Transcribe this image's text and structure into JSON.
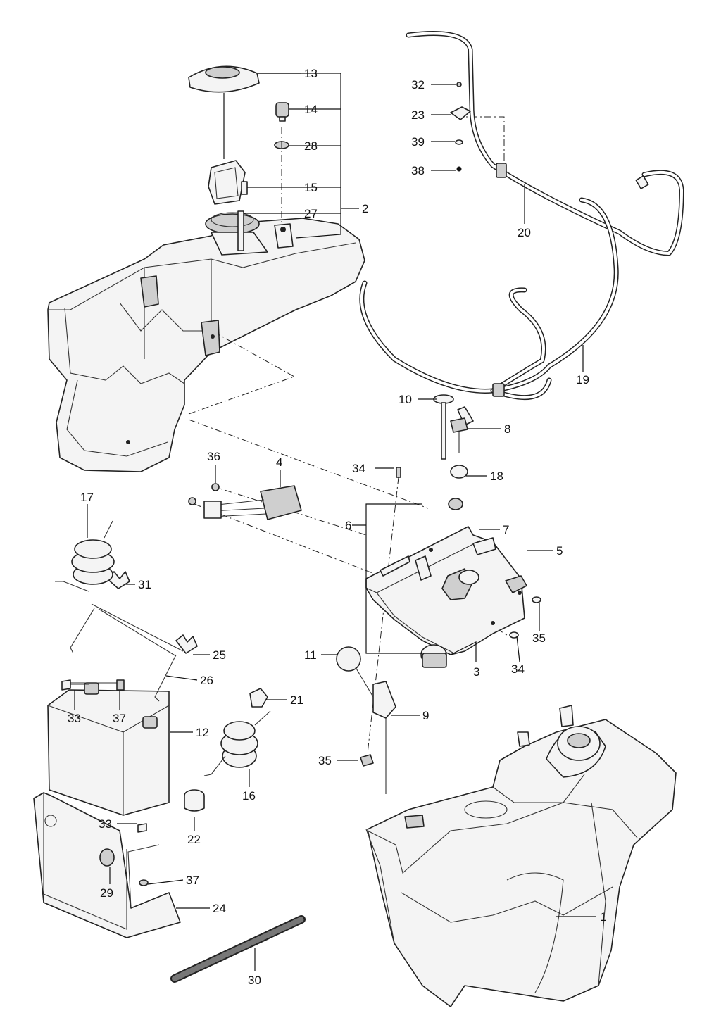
{
  "callouts": {
    "c1": "1",
    "c2": "2",
    "c3": "3",
    "c4": "4",
    "c5": "5",
    "c6": "6",
    "c7": "7",
    "c8": "8",
    "c9": "9",
    "c10": "10",
    "c11": "11",
    "c12": "12",
    "c13": "13",
    "c14": "14",
    "c15": "15",
    "c16": "16",
    "c17": "17",
    "c18": "18",
    "c19": "19",
    "c20": "20",
    "c21": "21",
    "c22": "22",
    "c23": "23",
    "c24": "24",
    "c25": "25",
    "c26": "26",
    "c27": "27",
    "c28": "28",
    "c29": "29",
    "c30": "30",
    "c31": "31",
    "c32": "32",
    "c33a": "33",
    "c33b": "33",
    "c34a": "34",
    "c34b": "34",
    "c35a": "35",
    "c35b": "35",
    "c36": "36",
    "c37a": "37",
    "c37b": "37",
    "c38": "38",
    "c39": "39"
  }
}
